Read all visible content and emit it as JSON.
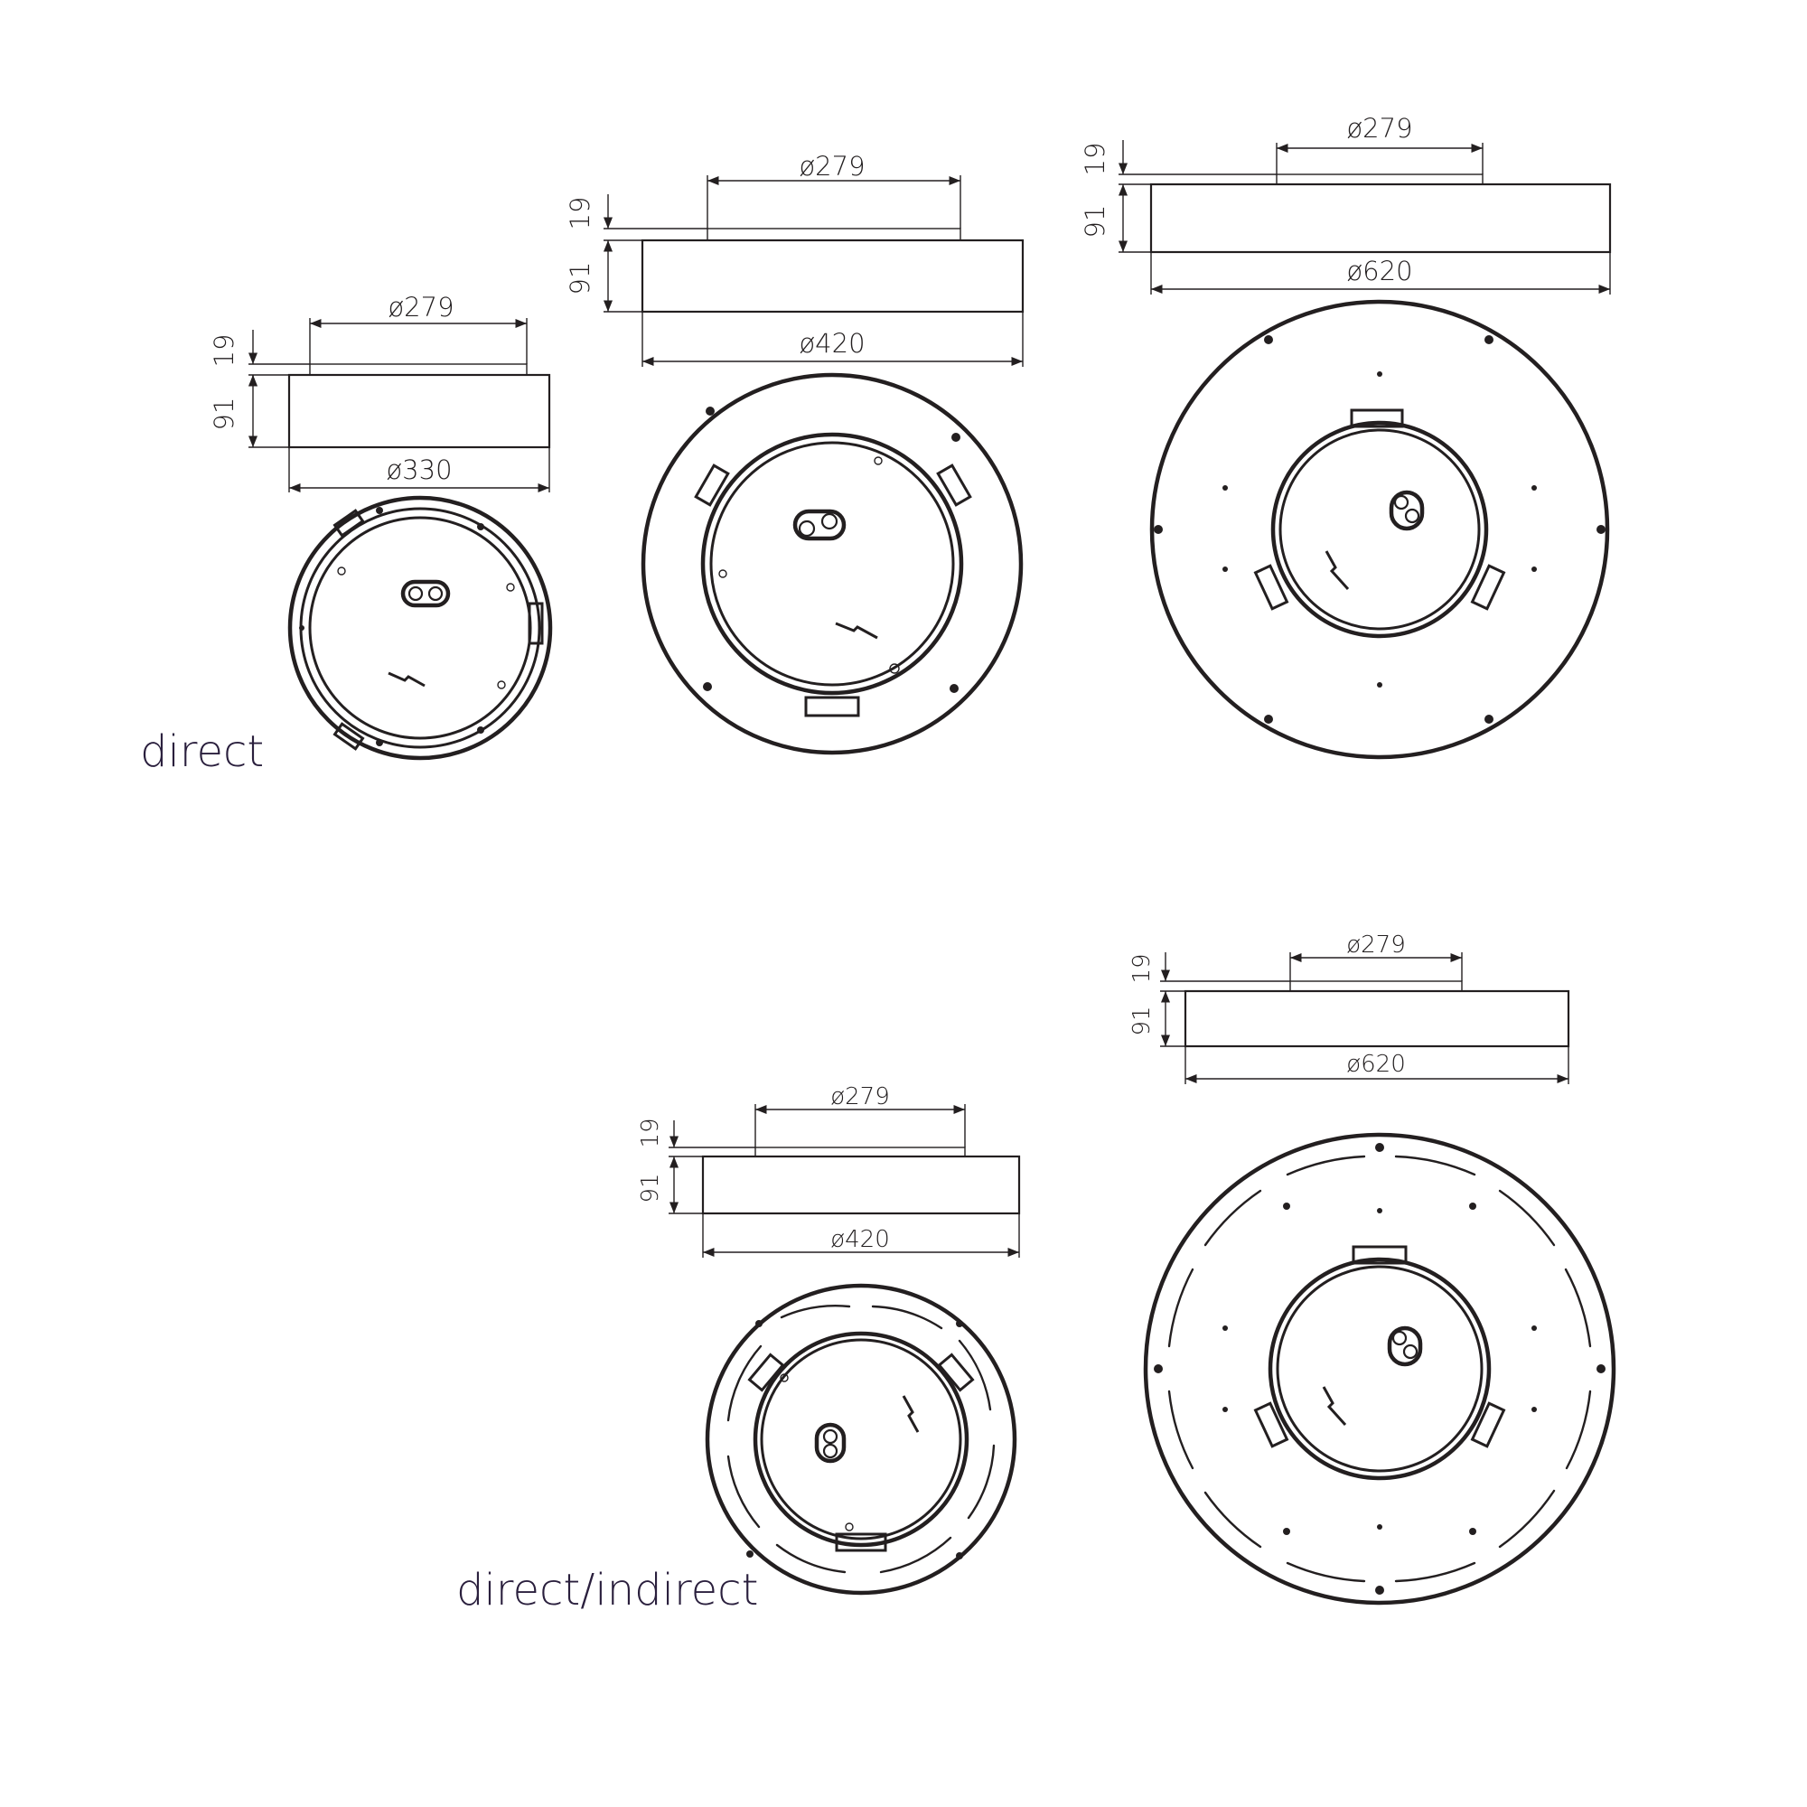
{
  "direct": {
    "caption": "direct",
    "small": {
      "top_diameter": "ø279",
      "bottom_diameter": "ø330",
      "height_top": "19",
      "height_body": "91"
    },
    "medium": {
      "top_diameter": "ø279",
      "bottom_diameter": "ø420",
      "height_top": "19",
      "height_body": "91"
    },
    "large": {
      "top_diameter": "ø279",
      "bottom_diameter": "ø620",
      "height_top": "19",
      "height_body": "91"
    }
  },
  "direct_indirect": {
    "caption": "direct/indirect",
    "medium": {
      "top_diameter": "ø279",
      "bottom_diameter": "ø420",
      "height_top": "19",
      "height_body": "91"
    },
    "large": {
      "top_diameter": "ø279",
      "bottom_diameter": "ø620",
      "height_top": "19",
      "height_body": "91"
    }
  }
}
